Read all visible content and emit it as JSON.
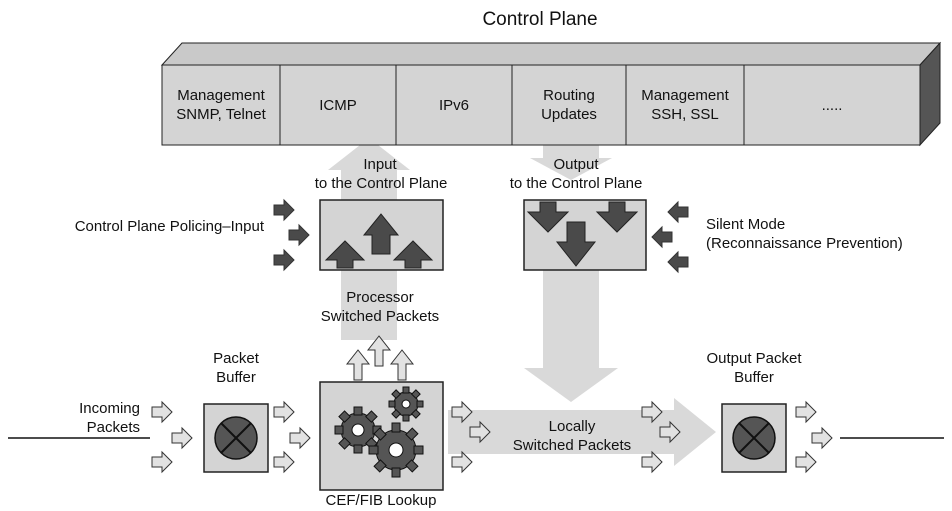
{
  "control_plane": {
    "title": "Control  Plane",
    "cells": [
      {
        "line1": "Management",
        "line2": "SNMP, Telnet"
      },
      {
        "line1": "ICMP",
        "line2": ""
      },
      {
        "line1": "IPv6",
        "line2": ""
      },
      {
        "line1": "Routing",
        "line2": "Updates"
      },
      {
        "line1": "Management",
        "line2": "SSH, SSL"
      },
      {
        "line1": ".....",
        "line2": ""
      }
    ]
  },
  "labels": {
    "input_cp_1": "Input",
    "input_cp_2": "to the Control Plane",
    "output_cp_1": "Output",
    "output_cp_2": "to the Control Plane",
    "cpp_input": "Control Plane Policing–Input",
    "silent_1": "Silent Mode",
    "silent_2": "(Reconnaissance Prevention)",
    "processor_1": "Processor",
    "processor_2": "Switched Packets",
    "packet_buffer_1": "Packet",
    "packet_buffer_2": "Buffer",
    "output_buffer_1": "Output Packet",
    "output_buffer_2": "Buffer",
    "incoming_1": "Incoming",
    "incoming_2": "Packets",
    "locally_1": "Locally",
    "locally_2": "Switched Packets",
    "cef": "CEF/FIB Lookup"
  },
  "colors": {
    "box_fill": "#d4d4d4",
    "box_side": "#555555",
    "arrow_dark": "#4a4a4a",
    "arrow_light": "#cfcfcf",
    "path_gray": "#d9d9d9"
  }
}
